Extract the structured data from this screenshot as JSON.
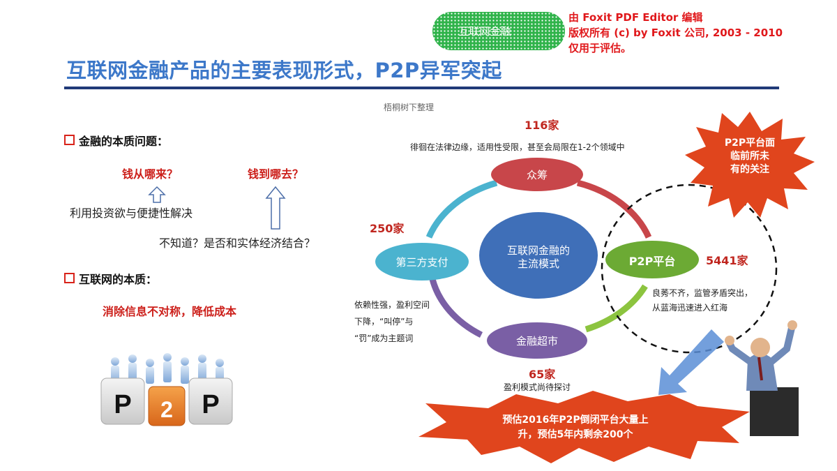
{
  "tag": "互联网金融",
  "watermark": [
    "由 Foxit PDF Editor 编辑",
    "版权所有 (c) by Foxit 公司, 2003 - 2010",
    "仅用于评估。"
  ],
  "title": "互联网金融产品的主要表现形式，P2P异军突起",
  "byline": "梧桐树下整理",
  "left": {
    "section1": "金融的本质问题：",
    "q1": "钱从哪来？",
    "q2": "钱到哪去？",
    "a1": "利用投资欲与便捷性解决",
    "a2": "不知道？是否和实体经济结合？",
    "section2": "互联网的本质：",
    "essence": "消除信息不对称，降低成本",
    "image_letters": [
      "P",
      "2",
      "P"
    ]
  },
  "diagram": {
    "center": [
      "互联网金融的",
      "主流模式"
    ],
    "nodes": {
      "crowdfunding": {
        "label": "众筹",
        "count": "116家",
        "note": "徘徊在法律边缘，适用性受限，甚至会局限在1-2个领域中"
      },
      "payment": {
        "label": "第三方支付",
        "count": "250家",
        "note": [
          "依赖性强，盈利空间",
          "下降，“叫停”与",
          "“罚”成为主题词"
        ]
      },
      "p2p": {
        "label": "P2P平台",
        "count": "5441家",
        "note": [
          "良莠不齐，监管矛盾突出，",
          "从蓝海迅速进入红海"
        ]
      },
      "supermarket": {
        "label": "金融超市",
        "count": "65家",
        "note": "盈利模式尚待探讨"
      }
    },
    "starburst": [
      "P2P平台面",
      "临前所未",
      "有的关注"
    ],
    "banner": [
      "预估2016年P2P倒闭平台大量上",
      "升，预估5年内剩余200个"
    ]
  },
  "colors": {
    "title": "#3d78c9",
    "rule": "#203a78",
    "accent_red": "#cc1f1a",
    "crowdfunding": "#c8464a",
    "payment": "#4bb3cf",
    "p2p": "#6caa34",
    "supermarket": "#7a5fa5",
    "center": "#3f6fb8",
    "starburst": "#e0451d"
  }
}
